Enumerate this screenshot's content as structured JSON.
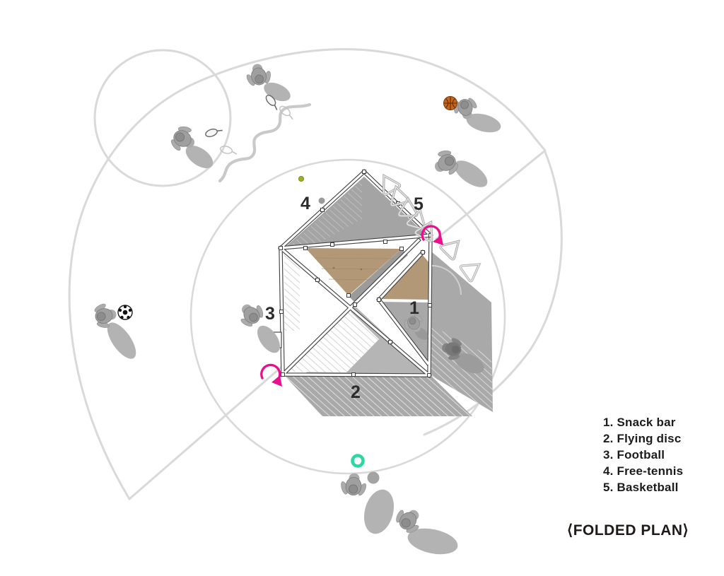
{
  "title": {
    "text": "⟨FOLDED PLAN⟩"
  },
  "legend": {
    "items": [
      {
        "text": "1. Snack bar"
      },
      {
        "text": "2. Flying disc"
      },
      {
        "text": "3. Football"
      },
      {
        "text": "4. Free-tennis"
      },
      {
        "text": "5. Basketball"
      }
    ]
  },
  "plan": {
    "labels": [
      {
        "text": "1"
      },
      {
        "text": "2"
      },
      {
        "text": "3"
      },
      {
        "text": "4"
      },
      {
        "text": "5"
      }
    ]
  },
  "colors": {
    "accent_pink": "#ea0f8e",
    "wood": "#b39877",
    "wood_grain": "#a08763",
    "disc_teal": "#2bd8a2",
    "basketball_orange": "#c8651b",
    "ball_green": "#97b41e",
    "ball_gray": "#9c9c9c",
    "shadow_gray": "#a9a9a9",
    "line_gray": "#d9d9d9",
    "wall_dark": "#454545"
  },
  "icons": {
    "rotation_arrow": "rotate-clockwise-arrow",
    "basketball": "basketball",
    "soccer_ball": "soccer-ball",
    "flying_disc": "flying-disc-ring",
    "tennis_ball": "tennis-ball-dot",
    "racket": "tennis-racket",
    "chair_rack": "triangle-chair-rack"
  }
}
